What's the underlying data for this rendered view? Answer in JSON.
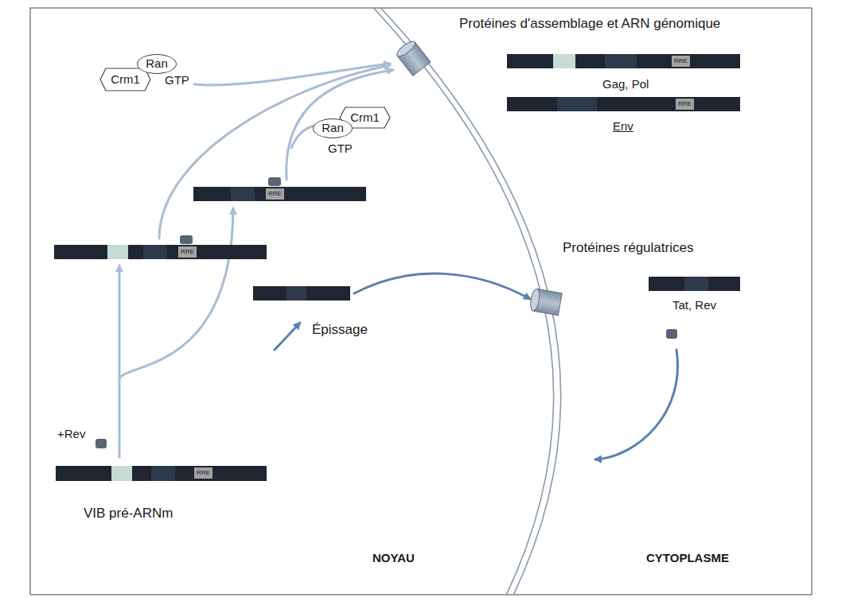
{
  "diagram": {
    "nodes": [
      {
        "text": [
          "Crm1"
        ]
      },
      {
        "text": [
          "Ran"
        ]
      },
      {
        "text": [
          "RRE"
        ]
      },
      {
        "text": [
          "RRE"
        ]
      },
      {
        "text": [
          "Crm1"
        ]
      },
      {
        "text": [
          "Ran"
        ]
      },
      {
        "text": [
          "RRE"
        ]
      },
      {
        "text": [
          "RRE"
        ]
      },
      {
        "text": [
          "RRE"
        ]
      }
    ],
    "labels": [
      "GTP",
      "Protéines d'assemblage et ARN génomique",
      "Gag, Pol",
      "Env",
      "GTP",
      "Protéines régulatrices",
      "Tat, Rev",
      "+Rev",
      "Épissage",
      "VIB pré-ARNm",
      "NOYAU",
      "CYTOPLASME"
    ]
  }
}
